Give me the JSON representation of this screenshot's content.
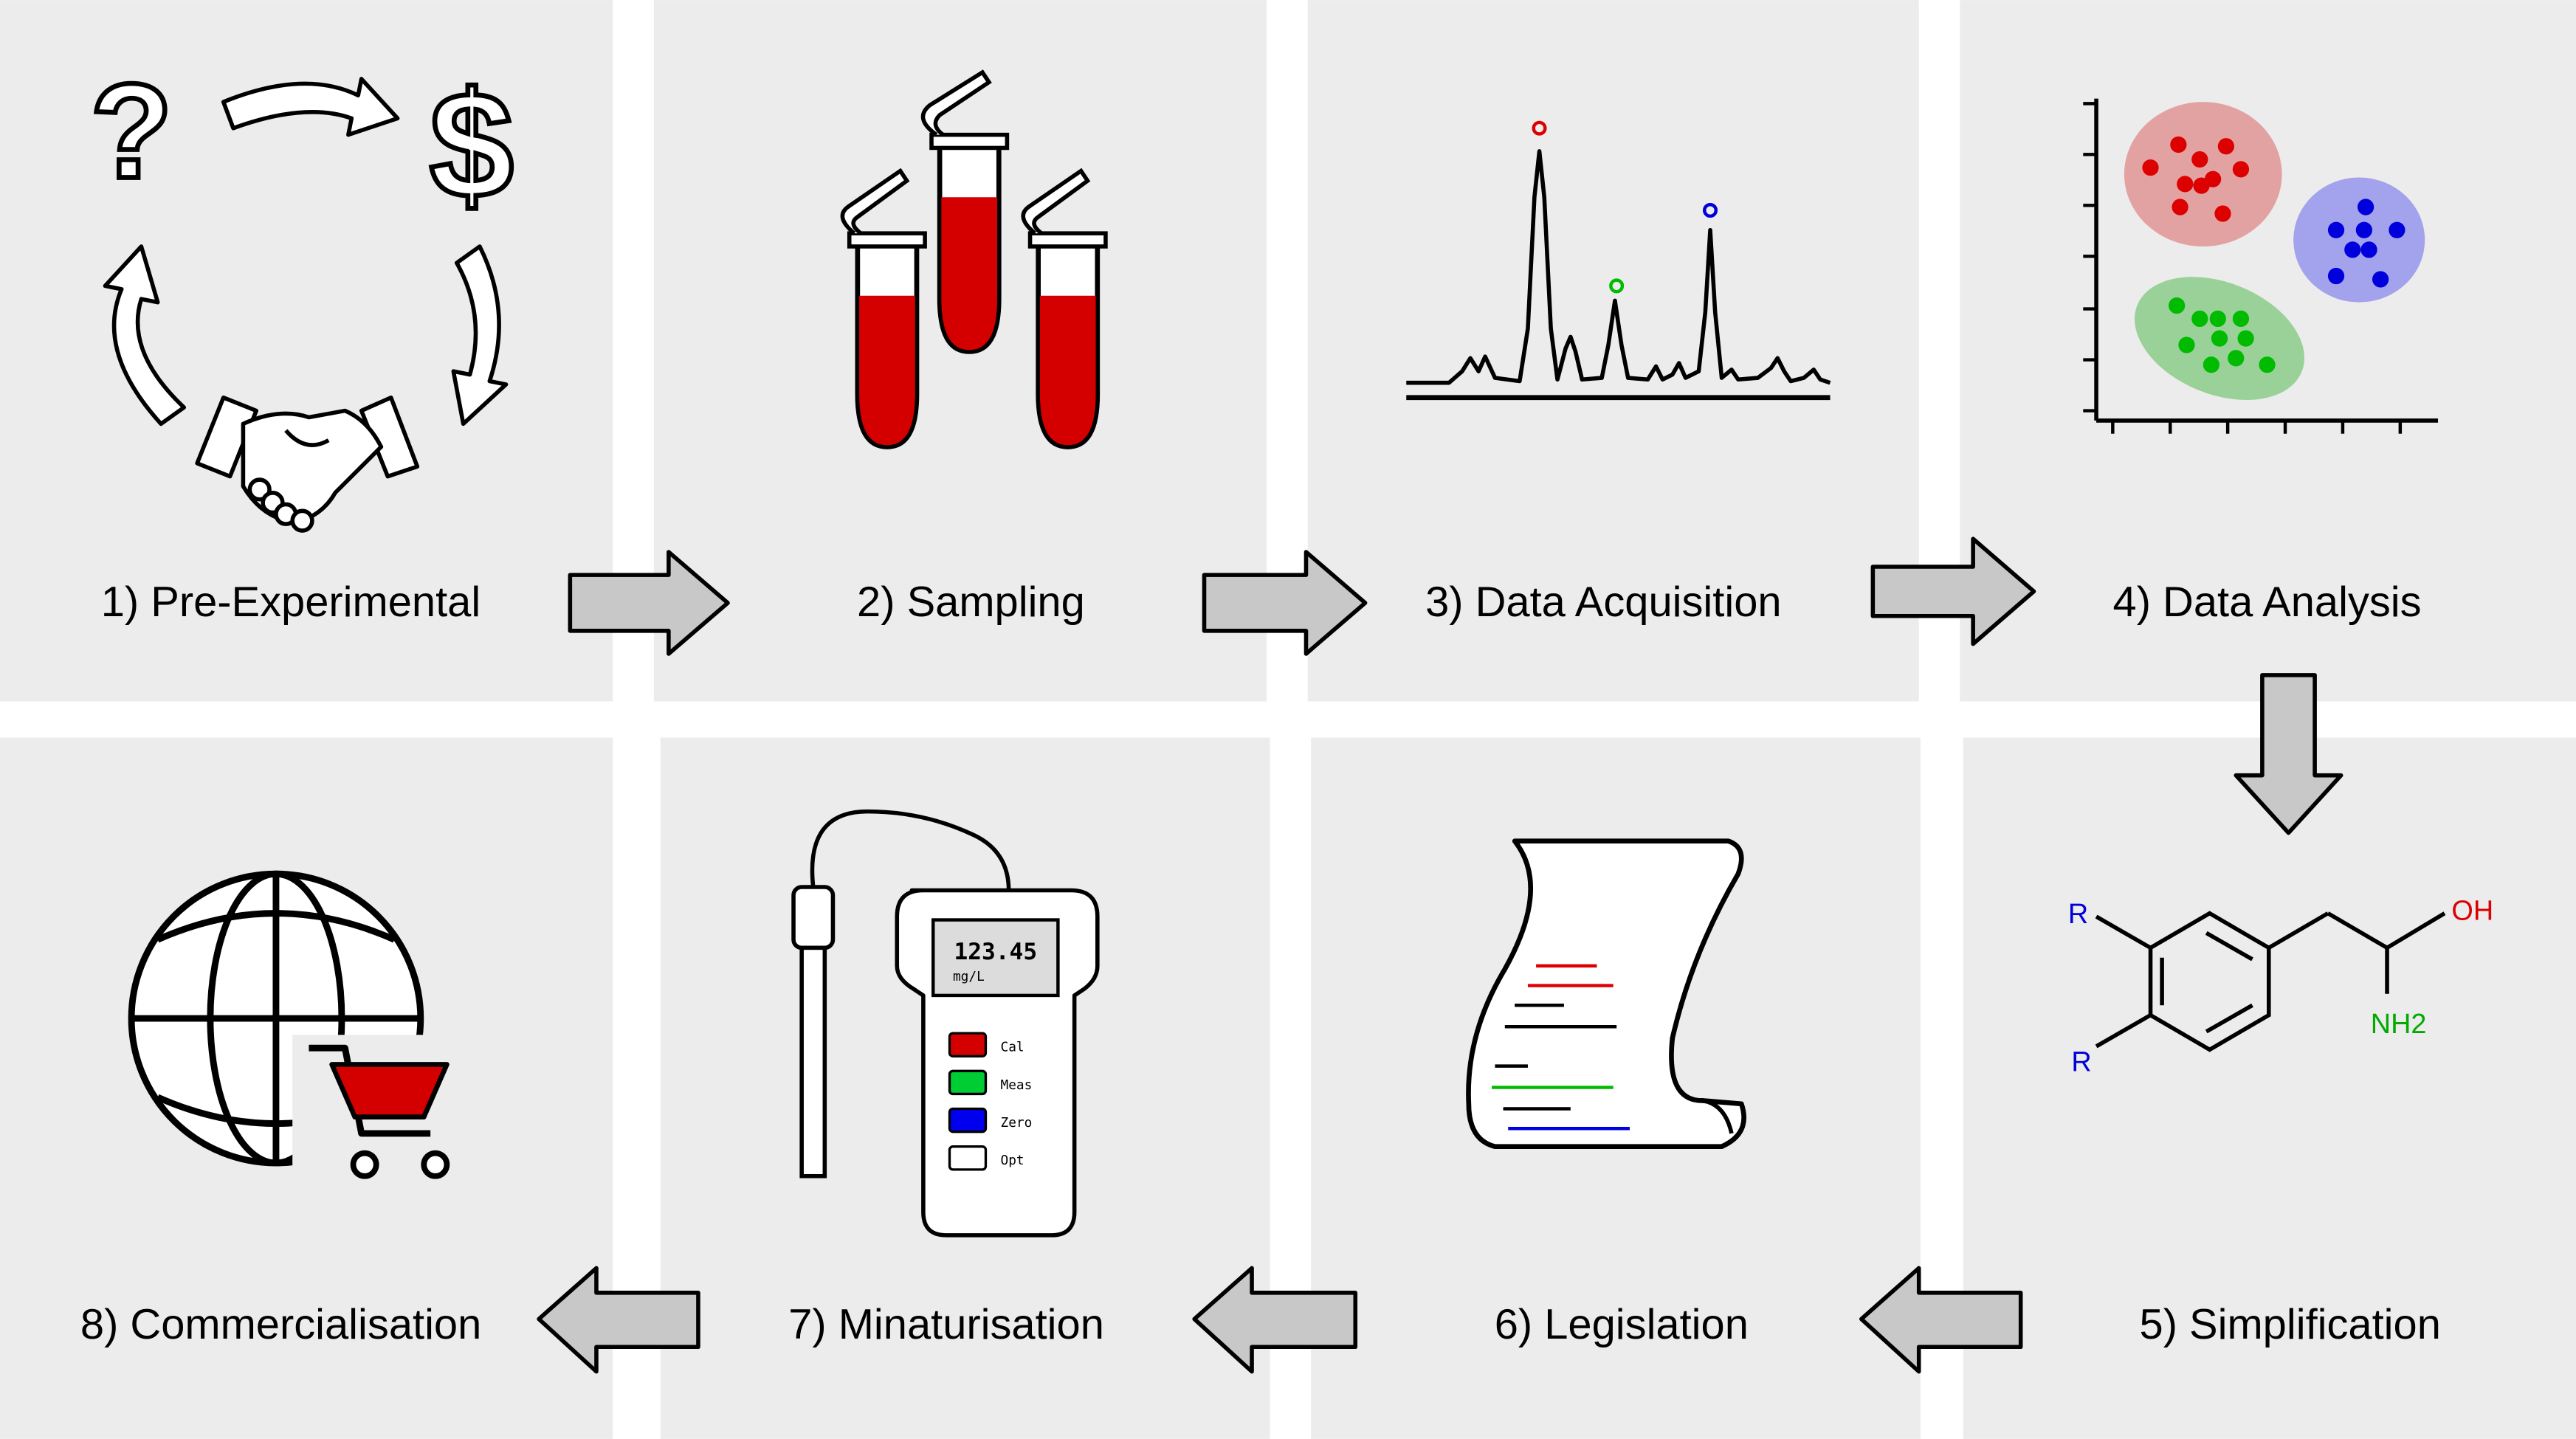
{
  "steps": [
    {
      "label": "1) Pre-Experimental"
    },
    {
      "label": "2) Sampling"
    },
    {
      "label": "3) Data Acquisition"
    },
    {
      "label": "4) Data Analysis"
    },
    {
      "label": "5) Simplification"
    },
    {
      "label": "6) Legislation"
    },
    {
      "label": "7) Minaturisation"
    },
    {
      "label": "8) Commercialisation"
    }
  ],
  "meter": {
    "reading": "123.45",
    "unit": "mg/L",
    "buttons": [
      {
        "label": "Cal",
        "color": "#d40000"
      },
      {
        "label": "Meas",
        "color": "#00cc33"
      },
      {
        "label": "Zero",
        "color": "#0000ee"
      },
      {
        "label": "Opt",
        "color": "#ffffff"
      }
    ]
  },
  "molecule": {
    "r_top": "R",
    "r_bottom": "R",
    "oh": "OH",
    "nh2": "NH2"
  },
  "colors": {
    "panel": "#ececec",
    "arrow_fill": "#c8c8c8",
    "blood": "#d40000",
    "red": "#dd0000",
    "green": "#00bb00",
    "blue": "#0000dd"
  }
}
